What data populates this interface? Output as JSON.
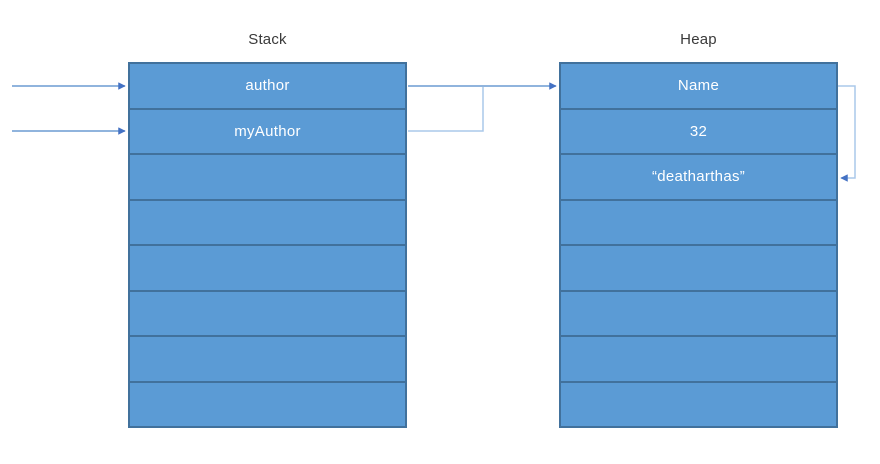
{
  "stack": {
    "title": "Stack",
    "rows": [
      "author",
      "myAuthor",
      "",
      "",
      "",
      "",
      "",
      ""
    ]
  },
  "heap": {
    "title": "Heap",
    "rows": [
      "Name",
      "32",
      "“deatharthas”",
      "",
      "",
      "",
      "",
      ""
    ]
  },
  "colors": {
    "cell_fill": "#5b9bd5",
    "cell_border": "#41719c",
    "cell_text": "#ffffff",
    "title_text": "#3a3a3a",
    "wire_medium": "#6b9bd2",
    "wire_light": "#aac8ea",
    "arrowhead": "#4472c4"
  }
}
